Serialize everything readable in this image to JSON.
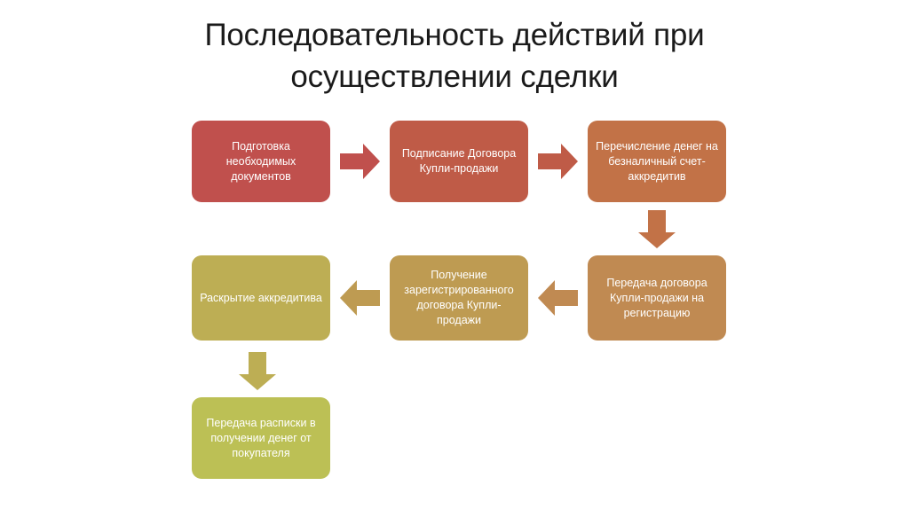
{
  "slide": {
    "title": "Последовательность действий при осуществлении сделки",
    "background": "#ffffff"
  },
  "chart_data": {
    "type": "diagram",
    "diagram_kind": "process-flowchart",
    "title": "Последовательность действий при осуществлении сделки",
    "flow_direction": "serpentine: row1 left-to-right, row2 right-to-left, then down",
    "nodes": [
      {
        "id": "n1",
        "order": 1,
        "label": "Подготовка необходимых документов",
        "color": "#C0504D",
        "row": 1,
        "col": 1
      },
      {
        "id": "n2",
        "order": 2,
        "label": "Подписание Договора Купли-продажи",
        "color": "#BF5B47",
        "row": 1,
        "col": 2
      },
      {
        "id": "n3",
        "order": 3,
        "label": "Перечисление денег на безналичный счет-аккредитив",
        "color": "#C27247",
        "row": 1,
        "col": 3
      },
      {
        "id": "n4",
        "order": 4,
        "label": "Передача договора Купли-продажи на регистрацию",
        "color": "#C08A52",
        "row": 2,
        "col": 3
      },
      {
        "id": "n5",
        "order": 5,
        "label": "Получение зарегистрированного договора Купли-продажи",
        "color": "#BE9B52",
        "row": 2,
        "col": 2
      },
      {
        "id": "n6",
        "order": 6,
        "label": "Раскрытие аккредитива",
        "color": "#BDAE54",
        "row": 2,
        "col": 1
      },
      {
        "id": "n7",
        "order": 7,
        "label": "Передача расписки в получении денег от покупателя",
        "color": "#BCC055",
        "row": 3,
        "col": 1
      }
    ],
    "connectors": [
      {
        "id": "a1",
        "from": "n1",
        "to": "n2",
        "direction": "right",
        "color": "#C0504D"
      },
      {
        "id": "a2",
        "from": "n2",
        "to": "n3",
        "direction": "right",
        "color": "#BF5B47"
      },
      {
        "id": "a3",
        "from": "n3",
        "to": "n4",
        "direction": "down",
        "color": "#C27247"
      },
      {
        "id": "a4",
        "from": "n4",
        "to": "n5",
        "direction": "left",
        "color": "#C08A52"
      },
      {
        "id": "a5",
        "from": "n5",
        "to": "n6",
        "direction": "left",
        "color": "#BE9B52"
      },
      {
        "id": "a6",
        "from": "n6",
        "to": "n7",
        "direction": "down",
        "color": "#BDAE54"
      }
    ]
  },
  "nodes": {
    "n1": "Подготовка необходимых документов",
    "n2": "Подписание Договора Купли-продажи",
    "n3": "Перечисление денег на безналичный счет-аккредитив",
    "n4": "Передача договора Купли-продажи на регистрацию",
    "n5": "Получение зарегистрированного договора Купли-продажи",
    "n6": "Раскрытие аккредитива",
    "n7": "Передача расписки в получении денег от покупателя"
  },
  "colors": {
    "n1": "#C0504D",
    "n2": "#BF5B47",
    "n3": "#C27247",
    "n4": "#C08A52",
    "n5": "#BE9B52",
    "n6": "#BDAE54",
    "n7": "#BCC055",
    "title_text": "#1a1a1a",
    "node_text": "#ffffff"
  }
}
